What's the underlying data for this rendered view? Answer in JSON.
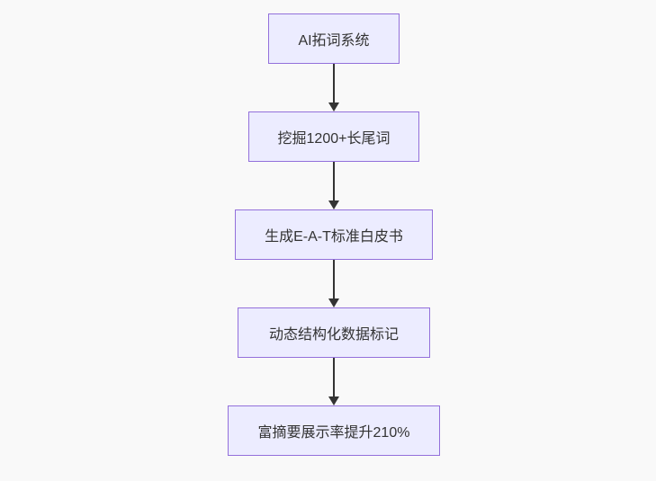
{
  "diagram": {
    "type": "flowchart",
    "direction": "top-down",
    "colors": {
      "background": "#f9f9f9",
      "node_fill": "#ECECFF",
      "node_border": "#9370DB",
      "arrow": "#333333",
      "text": "#333333"
    },
    "nodes": [
      {
        "label": "AI拓词系统"
      },
      {
        "label": "挖掘1200+长尾词"
      },
      {
        "label": "生成E-A-T标准白皮书"
      },
      {
        "label": "动态结构化数据标记"
      },
      {
        "label": "富摘要展示率提升210%"
      }
    ],
    "edges": [
      {
        "from": "AI拓词系统",
        "to": "挖掘1200+长尾词",
        "style": "arrow"
      },
      {
        "from": "挖掘1200+长尾词",
        "to": "生成E-A-T标准白皮书",
        "style": "arrow"
      },
      {
        "from": "生成E-A-T标准白皮书",
        "to": "动态结构化数据标记",
        "style": "arrow"
      },
      {
        "from": "动态结构化数据标记",
        "to": "富摘要展示率提升210%",
        "style": "arrow"
      }
    ]
  }
}
